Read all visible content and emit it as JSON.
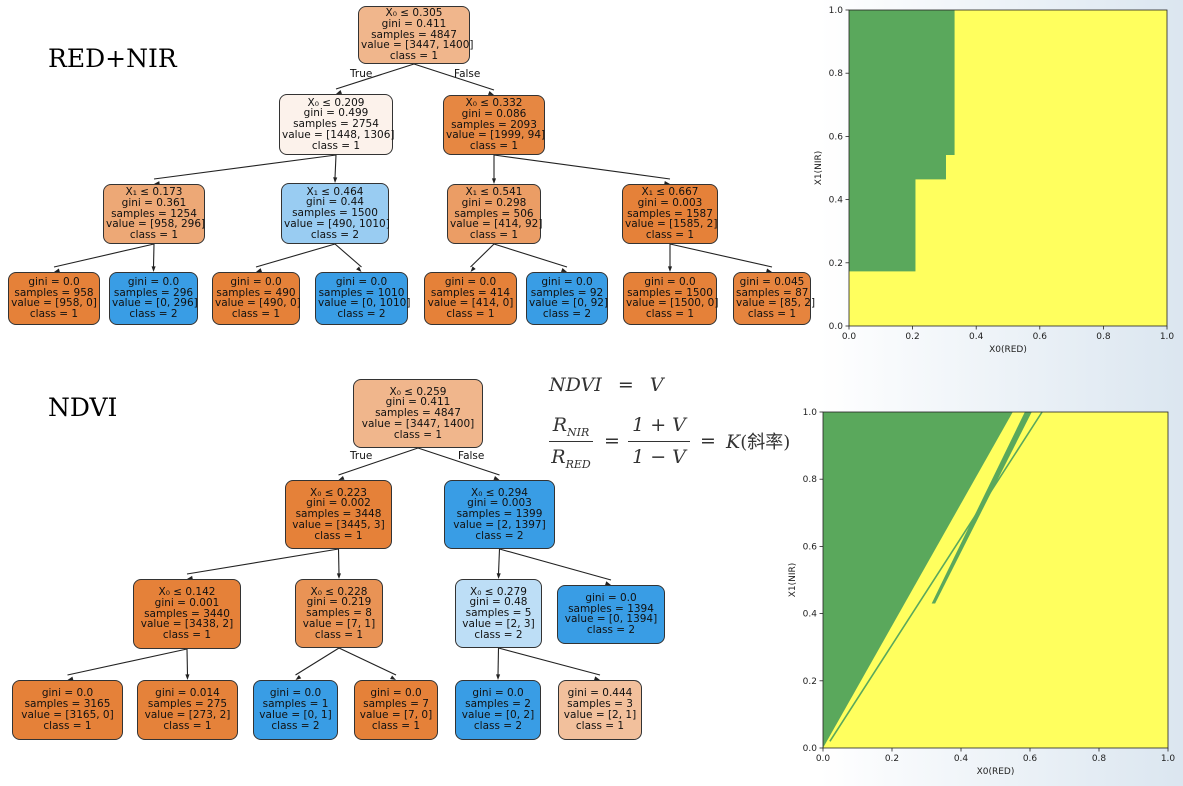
{
  "figure": {
    "panel_titles": [
      "RED+NIR",
      "NDVI"
    ],
    "edge_labels": {
      "true": "True",
      "false": "False"
    }
  },
  "formula": {
    "line1_lhs": "NDVI",
    "line1_eq": "=",
    "line1_rhs": "V",
    "ratio_num": "R",
    "ratio_num_sub": "NIR",
    "ratio_den": "R",
    "ratio_den_sub": "RED",
    "eq": "=",
    "frac_num": "1 + V",
    "frac_den": "1 − V",
    "eq2": "=",
    "k": "K",
    "k_note": "(斜率)"
  },
  "colors": {
    "class1_strong": "#e58139",
    "class2_strong": "#399de5",
    "green": "#5aa85c",
    "yellow": "#ffff5e",
    "edge": "#222222"
  },
  "tree_rednir": {
    "nodes": [
      {
        "id": "r0",
        "lines": [
          "X₀ ≤ 0.305",
          "gini = 0.411",
          "samples = 4847",
          "value = [3447, 1400]",
          "class = 1"
        ],
        "fill": "#f0b68c"
      },
      {
        "id": "r1",
        "lines": [
          "X₀ ≤ 0.209",
          "gini = 0.499",
          "samples = 2754",
          "value = [1448, 1306]",
          "class = 1"
        ],
        "fill": "#fcf2eb"
      },
      {
        "id": "r2",
        "lines": [
          "X₀ ≤ 0.332",
          "gini = 0.086",
          "samples = 2093",
          "value = [1999, 94]",
          "class = 1"
        ],
        "fill": "#e68742"
      },
      {
        "id": "r3",
        "lines": [
          "X₁ ≤ 0.173",
          "gini = 0.361",
          "samples = 1254",
          "value = [958, 296]",
          "class = 1"
        ],
        "fill": "#eda876"
      },
      {
        "id": "r4",
        "lines": [
          "X₁ ≤ 0.464",
          "gini = 0.44",
          "samples = 1500",
          "value = [490, 1010]",
          "class = 2"
        ],
        "fill": "#99ccf2"
      },
      {
        "id": "r5",
        "lines": [
          "X₁ ≤ 0.541",
          "gini = 0.298",
          "samples = 506",
          "value = [414, 92]",
          "class = 1"
        ],
        "fill": "#eb9d65"
      },
      {
        "id": "r6",
        "lines": [
          "X₁ ≤ 0.667",
          "gini = 0.003",
          "samples = 1587",
          "value = [1585, 2]",
          "class = 1"
        ],
        "fill": "#e58139"
      },
      {
        "id": "r7",
        "lines": [
          "gini = 0.0",
          "samples = 958",
          "value = [958, 0]",
          "class = 1"
        ],
        "fill": "#e58139"
      },
      {
        "id": "r8",
        "lines": [
          "gini = 0.0",
          "samples = 296",
          "value = [0, 296]",
          "class = 2"
        ],
        "fill": "#399de5"
      },
      {
        "id": "r9",
        "lines": [
          "gini = 0.0",
          "samples = 490",
          "value = [490, 0]",
          "class = 1"
        ],
        "fill": "#e58139"
      },
      {
        "id": "r10",
        "lines": [
          "gini = 0.0",
          "samples = 1010",
          "value = [0, 1010]",
          "class = 2"
        ],
        "fill": "#399de5"
      },
      {
        "id": "r11",
        "lines": [
          "gini = 0.0",
          "samples = 414",
          "value = [414, 0]",
          "class = 1"
        ],
        "fill": "#e58139"
      },
      {
        "id": "r12",
        "lines": [
          "gini = 0.0",
          "samples = 92",
          "value = [0, 92]",
          "class = 2"
        ],
        "fill": "#399de5"
      },
      {
        "id": "r13",
        "lines": [
          "gini = 0.0",
          "samples = 1500",
          "value = [1500, 0]",
          "class = 1"
        ],
        "fill": "#e58139"
      },
      {
        "id": "r14",
        "lines": [
          "gini = 0.045",
          "samples = 87",
          "value = [85, 2]",
          "class = 1"
        ],
        "fill": "#e6843e"
      }
    ],
    "edges": [
      [
        "r0",
        "r1"
      ],
      [
        "r0",
        "r2"
      ],
      [
        "r1",
        "r3"
      ],
      [
        "r1",
        "r4"
      ],
      [
        "r2",
        "r5"
      ],
      [
        "r2",
        "r6"
      ],
      [
        "r3",
        "r7"
      ],
      [
        "r3",
        "r8"
      ],
      [
        "r4",
        "r9"
      ],
      [
        "r4",
        "r10"
      ],
      [
        "r5",
        "r11"
      ],
      [
        "r5",
        "r12"
      ],
      [
        "r6",
        "r13"
      ],
      [
        "r6",
        "r14"
      ]
    ]
  },
  "tree_ndvi": {
    "nodes": [
      {
        "id": "n0",
        "lines": [
          "X₀ ≤ 0.259",
          "gini = 0.411",
          "samples = 4847",
          "value = [3447, 1400]",
          "class = 1"
        ],
        "fill": "#f0b68c"
      },
      {
        "id": "n1",
        "lines": [
          "X₀ ≤ 0.223",
          "gini = 0.002",
          "samples = 3448",
          "value = [3445, 3]",
          "class = 1"
        ],
        "fill": "#e58139"
      },
      {
        "id": "n2",
        "lines": [
          "X₀ ≤ 0.294",
          "gini = 0.003",
          "samples = 1399",
          "value = [2, 1397]",
          "class = 2"
        ],
        "fill": "#399de5"
      },
      {
        "id": "n3",
        "lines": [
          "X₀ ≤ 0.142",
          "gini = 0.001",
          "samples = 3440",
          "value = [3438, 2]",
          "class = 1"
        ],
        "fill": "#e58139"
      },
      {
        "id": "n4",
        "lines": [
          "X₀ ≤ 0.228",
          "gini = 0.219",
          "samples = 8",
          "value = [7, 1]",
          "class = 1"
        ],
        "fill": "#e99355"
      },
      {
        "id": "n5",
        "lines": [
          "X₀ ≤ 0.279",
          "gini = 0.48",
          "samples = 5",
          "value = [2, 3]",
          "class = 2"
        ],
        "fill": "#bddef6"
      },
      {
        "id": "n6",
        "lines": [
          "gini = 0.0",
          "samples = 1394",
          "value = [0, 1394]",
          "class = 2"
        ],
        "fill": "#399de5"
      },
      {
        "id": "n7",
        "lines": [
          "gini = 0.0",
          "samples = 3165",
          "value = [3165, 0]",
          "class = 1"
        ],
        "fill": "#e58139"
      },
      {
        "id": "n8",
        "lines": [
          "gini = 0.014",
          "samples = 275",
          "value = [273, 2]",
          "class = 1"
        ],
        "fill": "#e5823a"
      },
      {
        "id": "n9",
        "lines": [
          "gini = 0.0",
          "samples = 1",
          "value = [0, 1]",
          "class = 2"
        ],
        "fill": "#399de5"
      },
      {
        "id": "n10",
        "lines": [
          "gini = 0.0",
          "samples = 7",
          "value = [7, 0]",
          "class = 1"
        ],
        "fill": "#e58139"
      },
      {
        "id": "n11",
        "lines": [
          "gini = 0.0",
          "samples = 2",
          "value = [0, 2]",
          "class = 2"
        ],
        "fill": "#399de5"
      },
      {
        "id": "n12",
        "lines": [
          "gini = 0.444",
          "samples = 3",
          "value = [2, 1]",
          "class = 1"
        ],
        "fill": "#f2c09c"
      }
    ],
    "edges": [
      [
        "n0",
        "n1"
      ],
      [
        "n0",
        "n2"
      ],
      [
        "n1",
        "n3"
      ],
      [
        "n1",
        "n4"
      ],
      [
        "n2",
        "n5"
      ],
      [
        "n2",
        "n6"
      ],
      [
        "n3",
        "n7"
      ],
      [
        "n3",
        "n8"
      ],
      [
        "n4",
        "n9"
      ],
      [
        "n4",
        "n10"
      ],
      [
        "n5",
        "n11"
      ],
      [
        "n5",
        "n12"
      ]
    ]
  },
  "plot_rednir": {
    "xlabel": "X0(RED)",
    "ylabel": "X1(NIR)",
    "xlim": [
      0,
      1
    ],
    "ylim": [
      0,
      1
    ],
    "ticks": [
      "0.0",
      "0.2",
      "0.4",
      "0.6",
      "0.8",
      "1.0"
    ],
    "regions_class2": [
      [
        [
          0,
          0.173
        ],
        [
          0.209,
          0.173
        ],
        [
          0.209,
          0.464
        ],
        [
          0.305,
          0.464
        ],
        [
          0.305,
          0.541
        ],
        [
          0.332,
          0.541
        ],
        [
          0.332,
          1
        ],
        [
          0,
          1
        ]
      ]
    ]
  },
  "plot_ndvi": {
    "xlabel": "X0(RED)",
    "ylabel": "X1(NIR)",
    "xlim": [
      0,
      1
    ],
    "ylim": [
      0,
      1
    ],
    "ticks": [
      "0.0",
      "0.2",
      "0.4",
      "0.6",
      "0.8",
      "1.0"
    ],
    "regions_class2": [
      [
        [
          0,
          0
        ],
        [
          0.55,
          1
        ],
        [
          0,
          1
        ]
      ],
      [
        [
          0.585,
          1
        ],
        [
          0.605,
          1
        ],
        [
          0.325,
          0.43
        ],
        [
          0.315,
          0.43
        ]
      ]
    ],
    "lines_class2": [
      [
        [
          0.02,
          0.02
        ],
        [
          0.635,
          1
        ]
      ]
    ]
  }
}
